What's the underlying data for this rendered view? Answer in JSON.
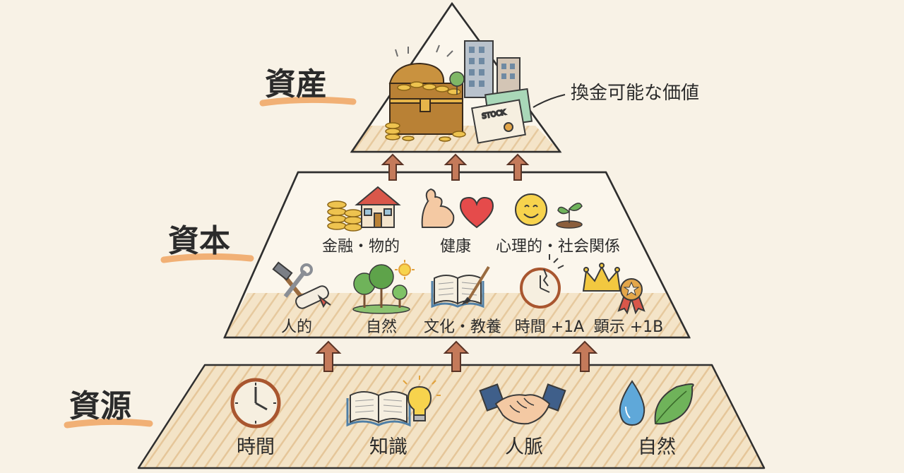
{
  "pyramid": {
    "top": {
      "title": "資産",
      "callout": "換金可能な価値",
      "icons": [
        "treasure-chest-icon",
        "coin-stack-icon",
        "office-buildings-icon",
        "tree-icon",
        "stock-certificate-icon"
      ],
      "certificate_text": "STOCK"
    },
    "middle": {
      "title": "資本",
      "row1": [
        {
          "label": "金融・物的",
          "icons": [
            "coin-stack-icon",
            "house-icon"
          ]
        },
        {
          "label": "健康",
          "icons": [
            "flexed-arm-icon",
            "heart-icon"
          ]
        },
        {
          "label": "心理的・社会関係",
          "icons": [
            "smiley-face-icon",
            "sprout-icon"
          ]
        }
      ],
      "row2": [
        {
          "label": "人的",
          "icons": [
            "hammer-wrench-icon",
            "diploma-icon"
          ]
        },
        {
          "label": "自然",
          "icons": [
            "trees-icon",
            "sun-icon"
          ]
        },
        {
          "label": "文化・教養",
          "icons": [
            "open-book-brush-icon"
          ]
        },
        {
          "label": "時間 +1A",
          "icons": [
            "cracked-clock-icon"
          ]
        },
        {
          "label": "顕示 +1B",
          "icons": [
            "crown-icon",
            "medal-icon"
          ]
        }
      ]
    },
    "bottom": {
      "title": "資源",
      "items": [
        {
          "label": "時間",
          "icon": "clock-icon"
        },
        {
          "label": "知識",
          "icon": "book-lightbulb-icon"
        },
        {
          "label": "人脈",
          "icon": "handshake-icon"
        },
        {
          "label": "自然",
          "icon": "water-leaf-icon"
        }
      ]
    }
  },
  "colors": {
    "background": "#f8f2e6",
    "tier_fill": "#f1dcb7",
    "arrow": "#c47a5a",
    "highlight": "#f0a560",
    "outline": "#2f2f2f"
  }
}
